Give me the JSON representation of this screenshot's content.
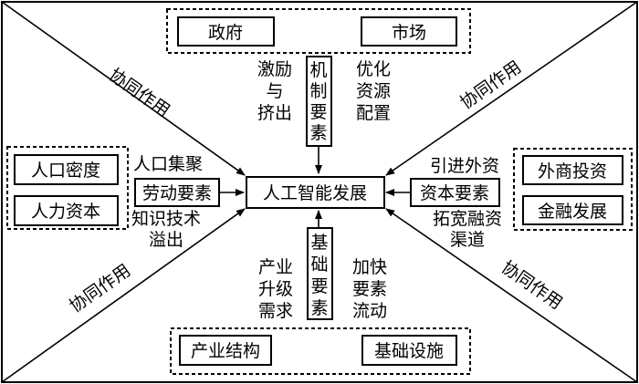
{
  "center": "人工智能发展",
  "top": {
    "boxes": [
      "政府",
      "市场"
    ],
    "mechanism": [
      "机",
      "制",
      "要",
      "素"
    ],
    "left_text": [
      "激励",
      "与",
      "挤出"
    ],
    "right_text": [
      "优化",
      "资源",
      "配置"
    ]
  },
  "left": {
    "boxes": [
      "人口密度",
      "人力资本"
    ],
    "mechanism": "劳动要素",
    "top_text": "人口集聚",
    "bottom_text": [
      "知识技术",
      "溢出"
    ]
  },
  "right": {
    "boxes": [
      "外商投资",
      "金融发展"
    ],
    "mechanism": "资本要素",
    "top_text": "引进外资",
    "bottom_text": [
      "拓宽融资",
      "渠道"
    ]
  },
  "bottom": {
    "boxes": [
      "产业结构",
      "基础设施"
    ],
    "mechanism": [
      "基",
      "础",
      "要",
      "素"
    ],
    "left_text": [
      "产业",
      "升级",
      "需求"
    ],
    "right_text": [
      "加快",
      "要素",
      "流动"
    ]
  },
  "synergy": [
    "协同作用",
    "协同作用",
    "协同作用",
    "协同作用"
  ]
}
